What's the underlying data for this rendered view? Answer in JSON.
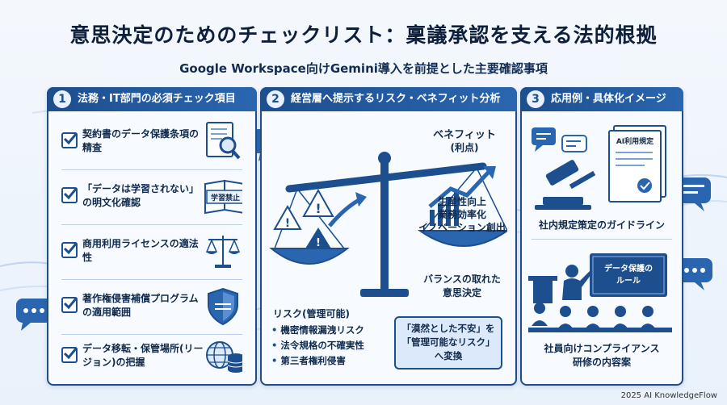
{
  "header": {
    "title": "意思決定のためのチェックリスト：稟議承認を支える法的根拠",
    "subtitle": "Google Workspace向けGemini導入を前提とした主要確認事項"
  },
  "panel1": {
    "number": "1",
    "title": "法務・IT部門の必須チェック項目",
    "items": [
      {
        "text": "契約書のデータ保護条項の精査",
        "icon": "document-magnifier-icon"
      },
      {
        "text": "「データは学習されない」の明文化確認",
        "icon": "book-not-trained-icon"
      },
      {
        "text": "商用利用ライセンスの適法性",
        "icon": "scales-icon"
      },
      {
        "text": "著作権侵害補償プログラムの適用範囲",
        "icon": "shield-icon"
      },
      {
        "text": "データ移転・保管場所(リージョン)の把握",
        "icon": "globe-database-icon"
      }
    ],
    "book_label": "学習禁止"
  },
  "panel2": {
    "number": "2",
    "title": "経営層へ提示するリスク・ベネフィット分析",
    "benefit_title": "ベネフィット",
    "benefit_sub": "(利点)",
    "benefits": [
      "生産性向上",
      "業務効率化",
      "イノベーション創出"
    ],
    "balance_label_1": "バランスの取れた",
    "balance_label_2": "意思決定",
    "risk_title": "リスク(管理可能)",
    "risks": [
      "機密情報漏洩リスク",
      "法令規格の不確実性",
      "第三者権利侵害"
    ],
    "quote_1": "「漠然とした不安」を",
    "quote_2": "「管理可能なリスク」",
    "quote_3": "へ変換"
  },
  "panel3": {
    "number": "3",
    "title": "応用例・具体化イメージ",
    "doc_label": "AI利用規定",
    "example1": "社内規定策定のガイドライン",
    "board_1": "データ保護の",
    "board_2": "ルール",
    "example2_1": "社員向けコンプライアンス",
    "example2_2": "研修の内容案"
  },
  "footer": "2025 AI KnowledgeFlow",
  "colors": {
    "primary": "#1d4e8e",
    "accent": "#2a66b0",
    "background": "#eef4fb"
  }
}
